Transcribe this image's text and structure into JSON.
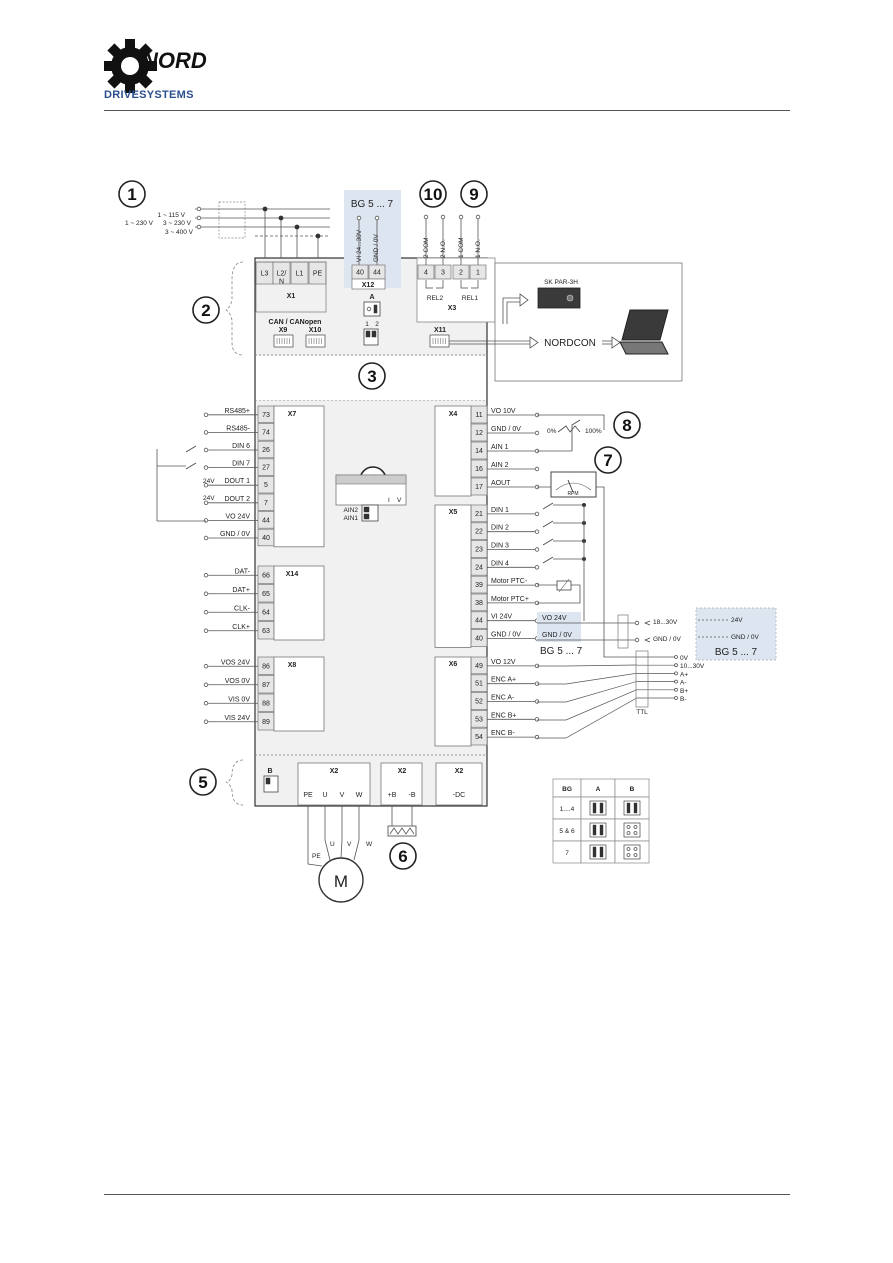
{
  "brand": {
    "logo_text": "NORD",
    "subtitle": "DRIVESYSTEMS",
    "color": "#2b4f8e"
  },
  "diagram": {
    "callouts": [
      "1",
      "2",
      "3",
      "4",
      "5",
      "6",
      "7",
      "8",
      "9",
      "10"
    ],
    "supply": {
      "v1": "1 ~ 115 V",
      "v2": "1 ~ 230 V",
      "v3": "3 ~ 230 V",
      "v4": "3 ~ 400 V"
    },
    "x1": {
      "name": "X1",
      "terminals": [
        "L3",
        "L2/\nN",
        "L1",
        "PE"
      ]
    },
    "x12": {
      "title": "BG 5 ... 7",
      "name": "X12",
      "wire1": "VI 24...30V",
      "wire2": "GND / 0V",
      "t1": "40",
      "t2": "44"
    },
    "switch_a": {
      "label": "A",
      "pos1": "1",
      "pos2": "2"
    },
    "x3": {
      "name": "X3",
      "wires": [
        "2 COM",
        "2 N.O.",
        "1 COM",
        "1 N.O."
      ],
      "terms": [
        "4",
        "3",
        "2",
        "1"
      ],
      "rel2": "REL2",
      "rel1": "REL1"
    },
    "can": {
      "title": "CAN / CANopen",
      "x9": "X9",
      "x10": "X10"
    },
    "x11": "X11",
    "pc": {
      "device": "SK PAR-3H",
      "software": "NORDCON"
    },
    "x7": {
      "name": "X7",
      "rows": [
        {
          "t": "73",
          "l": "RS485+"
        },
        {
          "t": "74",
          "l": "RS485-"
        },
        {
          "t": "26",
          "l": "DIN 6"
        },
        {
          "t": "27",
          "l": "DIN 7"
        },
        {
          "t": "5",
          "l": "DOUT 1"
        },
        {
          "t": "7",
          "l": "DOUT 2"
        },
        {
          "t": "44",
          "l": "VO 24V"
        },
        {
          "t": "40",
          "l": "GND / 0V"
        }
      ],
      "v24a": "24V",
      "v24b": "24V"
    },
    "x14": {
      "name": "X14",
      "rows": [
        {
          "t": "66",
          "l": "DAT-"
        },
        {
          "t": "65",
          "l": "DAT+"
        },
        {
          "t": "64",
          "l": "CLK-"
        },
        {
          "t": "63",
          "l": "CLK+"
        }
      ]
    },
    "x8": {
      "name": "X8",
      "rows": [
        {
          "t": "86",
          "l": "VOS 24V"
        },
        {
          "t": "87",
          "l": "VOS 0V"
        },
        {
          "t": "88",
          "l": "VIS 0V"
        },
        {
          "t": "89",
          "l": "VIS 24V"
        }
      ]
    },
    "x4": {
      "name": "X4",
      "rows": [
        {
          "t": "11",
          "l": "VO 10V"
        },
        {
          "t": "12",
          "l": "GND / 0V"
        },
        {
          "t": "14",
          "l": "AIN 1"
        },
        {
          "t": "16",
          "l": "AIN 2"
        },
        {
          "t": "17",
          "l": "AOUT"
        }
      ]
    },
    "pot": {
      "p0": "0%",
      "p100": "100%"
    },
    "meter": {
      "label": "RPM"
    },
    "x5": {
      "name": "X5",
      "rows": [
        {
          "t": "21",
          "l": "DIN 1"
        },
        {
          "t": "22",
          "l": "DIN 2"
        },
        {
          "t": "23",
          "l": "DIN 3"
        },
        {
          "t": "24",
          "l": "DIN 4"
        },
        {
          "t": "39",
          "l": "Motor PTC-"
        },
        {
          "t": "38",
          "l": "Motor PTC+"
        },
        {
          "t": "44",
          "l": "VI 24V"
        },
        {
          "t": "40",
          "l": "GND / 0V"
        }
      ],
      "vo24": "VO 24V",
      "gnd": "GND / 0V",
      "bg": "BG 5 ... 7"
    },
    "ext_supply": {
      "v": "18...30V",
      "gnd": "GND / 0V",
      "bg_v": "24V",
      "bg_gnd": "GND / 0V",
      "bg": "BG 5 ... 7"
    },
    "x6": {
      "name": "X6",
      "rows": [
        {
          "t": "49",
          "l": "VO 12V"
        },
        {
          "t": "51",
          "l": "ENC A+"
        },
        {
          "t": "52",
          "l": "ENC A-"
        },
        {
          "t": "53",
          "l": "ENC B+"
        },
        {
          "t": "54",
          "l": "ENC B-"
        }
      ]
    },
    "encoder": {
      "labels": [
        "0V",
        "10...30V",
        "A+",
        "A-",
        "B+",
        "B-"
      ],
      "ttl": "TTL"
    },
    "dip4": {
      "ain2": "AIN2",
      "ain1": "AIN1",
      "i": "I",
      "v": "V"
    },
    "switch_b": "B",
    "x2_motor": {
      "name": "X2",
      "terms": [
        "PE",
        "U",
        "V",
        "W"
      ]
    },
    "x2_brake": {
      "name": "X2",
      "terms": [
        "+B",
        "-B"
      ]
    },
    "x2_dc": {
      "name": "X2",
      "terms": [
        "-DC"
      ]
    },
    "motor": {
      "label": "M",
      "wires": [
        "PE",
        "U",
        "V",
        "W"
      ]
    },
    "bg_table": {
      "headers": [
        "BG",
        "A",
        "B"
      ],
      "rows": [
        "1....4",
        "5 & 6",
        "7"
      ]
    }
  }
}
